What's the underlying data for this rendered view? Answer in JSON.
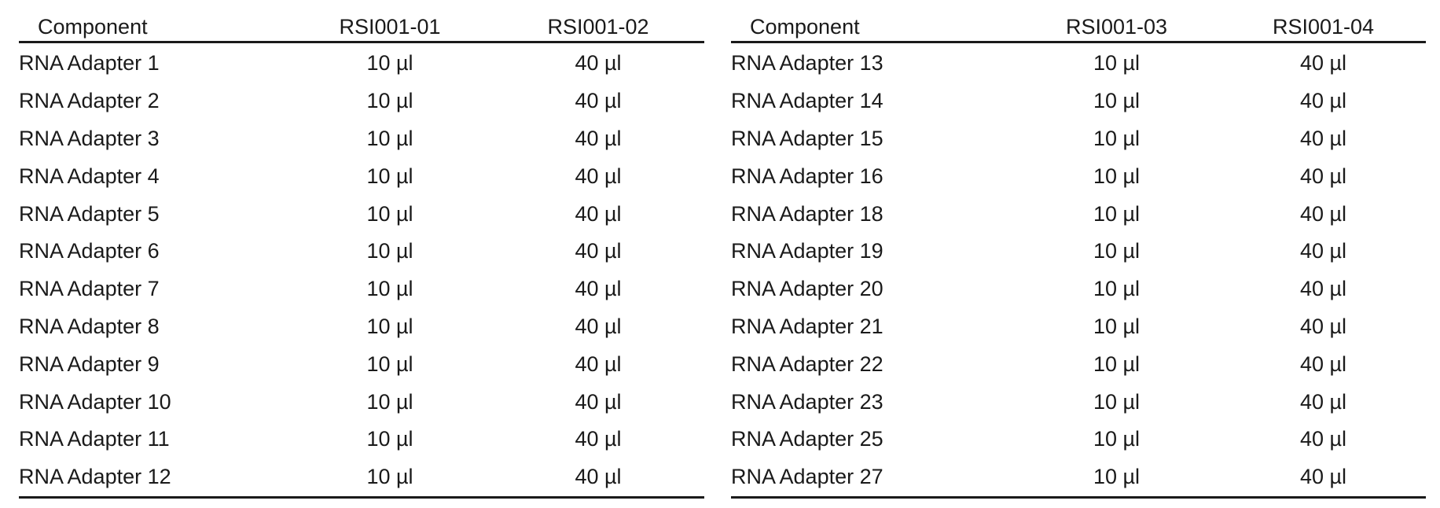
{
  "tables": [
    {
      "headers": [
        "Component",
        "RSI001-01",
        "RSI001-02"
      ],
      "rows": [
        [
          "RNA Adapter 1",
          "10 µl",
          "40 µl"
        ],
        [
          "RNA Adapter 2",
          "10 µl",
          "40 µl"
        ],
        [
          "RNA Adapter 3",
          "10 µl",
          "40 µl"
        ],
        [
          "RNA Adapter 4",
          "10 µl",
          "40 µl"
        ],
        [
          "RNA Adapter 5",
          "10 µl",
          "40 µl"
        ],
        [
          "RNA Adapter 6",
          "10 µl",
          "40 µl"
        ],
        [
          "RNA Adapter 7",
          "10 µl",
          "40 µl"
        ],
        [
          "RNA Adapter 8",
          "10 µl",
          "40 µl"
        ],
        [
          "RNA Adapter 9",
          "10 µl",
          "40 µl"
        ],
        [
          "RNA Adapter 10",
          "10 µl",
          "40 µl"
        ],
        [
          "RNA Adapter 11",
          "10 µl",
          "40 µl"
        ],
        [
          "RNA Adapter 12",
          "10 µl",
          "40 µl"
        ]
      ]
    },
    {
      "headers": [
        "Component",
        "RSI001-03",
        "RSI001-04"
      ],
      "rows": [
        [
          "RNA Adapter 13",
          "10 µl",
          "40 µl"
        ],
        [
          "RNA Adapter 14",
          "10 µl",
          "40 µl"
        ],
        [
          "RNA Adapter 15",
          "10 µl",
          "40 µl"
        ],
        [
          "RNA Adapter 16",
          "10 µl",
          "40 µl"
        ],
        [
          "RNA Adapter 18",
          "10 µl",
          "40 µl"
        ],
        [
          "RNA Adapter 19",
          "10 µl",
          "40 µl"
        ],
        [
          "RNA Adapter 20",
          "10 µl",
          "40 µl"
        ],
        [
          "RNA Adapter 21",
          "10 µl",
          "40 µl"
        ],
        [
          "RNA Adapter 22",
          "10 µl",
          "40 µl"
        ],
        [
          "RNA Adapter 23",
          "10 µl",
          "40 µl"
        ],
        [
          "RNA Adapter 25",
          "10 µl",
          "40 µl"
        ],
        [
          "RNA Adapter 27",
          "10 µl",
          "40 µl"
        ]
      ]
    }
  ]
}
